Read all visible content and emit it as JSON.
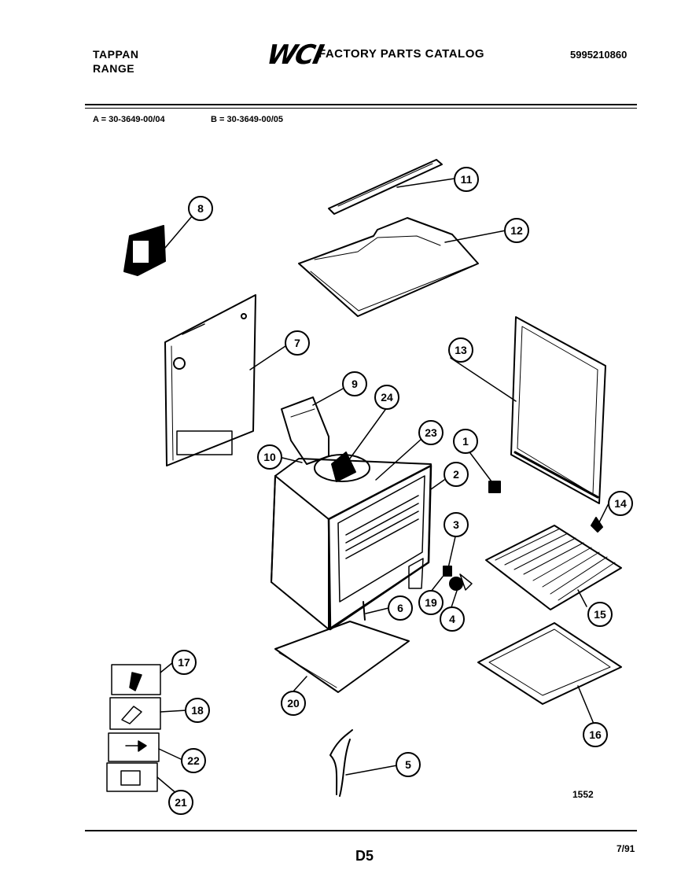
{
  "header": {
    "brand_line1": "TAPPAN",
    "brand_line2": "RANGE",
    "logo": "WCI",
    "catalog_title": "FACTORY PARTS CATALOG",
    "catalog_number": "5995210860"
  },
  "models": {
    "a": "A = 30-3649-00/04",
    "b": "B = 30-3649-00/05"
  },
  "callouts": [
    "1",
    "2",
    "3",
    "4",
    "5",
    "6",
    "7",
    "8",
    "9",
    "10",
    "11",
    "12",
    "13",
    "14",
    "15",
    "16",
    "17",
    "18",
    "19",
    "20",
    "21",
    "22",
    "23",
    "24"
  ],
  "footer": {
    "diagram_id": "1552",
    "page": "D5",
    "date": "7/91"
  }
}
